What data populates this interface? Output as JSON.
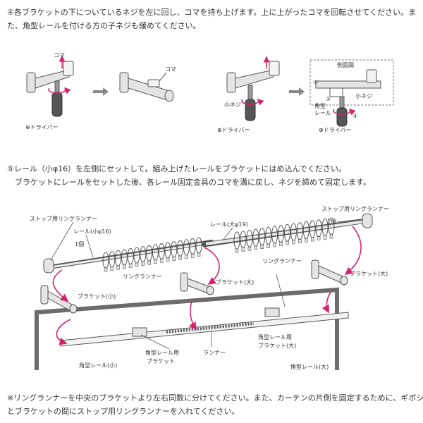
{
  "step4": {
    "line1": "④各ブラケットの下についているネジを左に回し、コマを持ち上げます。上に上がったコマを回転させてください。ま",
    "line2": "た、角型レールを付ける方の子ネジも緩めてください。",
    "fig_a": {
      "koma": "コマ",
      "driver": "⊕ドライバー"
    },
    "fig_b": {
      "koma": "コマ"
    },
    "fig_c": {
      "small_screw": "小ネジ",
      "driver": "⊕ドライバー"
    },
    "fig_d": {
      "side_view": "側面図",
      "small_screw": "小ネジ",
      "square_rail_1": "角型",
      "square_rail_2": "レール",
      "driver": "⊕ドライバー",
      "num1": "①",
      "num2": "②",
      "num3": "③"
    }
  },
  "step5": {
    "line1": "⑤レール（小φ16）を左側にセットして。組み上げたレールをブラケットにはめ込んでください。",
    "line2": "　ブラケットにレールをセットした後、各レール固定金具のコマを溝に戻し、ネジを締めて固定します。",
    "labels": {
      "stop_runner_left": "ストップ用リングランナー",
      "rail_small": "レール(小φ16)",
      "one_left": "1個",
      "rail_large": "レール(大φ19)",
      "stop_runner_right": "ストップ用リングランナー",
      "one_right": "1個",
      "ring_runner_left": "リングランナー",
      "ring_runner_right": "リングランナー",
      "bracket_small": "ブラケット(小)",
      "bracket_large_mid": "ブラケット(大)",
      "bracket_large_right": "ブラケット(大)",
      "runner": "ランナー",
      "sq_bracket_1": "角型レール用",
      "sq_bracket_2": "ブラケット",
      "sq_bracket_large_1": "角型レール用",
      "sq_bracket_large_2": "ブラケット(大)",
      "sq_rail_small": "角型レール(小)",
      "sq_rail_large": "角型レール(大)"
    }
  },
  "note": {
    "line1": "※リングランナーを中央のブラケットより左右同数に分けてください。また、カーテンの片側を固定するために、ギボシ",
    "line2": "とブラケットの間にストップ用リングランナーを入れてください。"
  },
  "colors": {
    "accent": "#d6246e",
    "line": "#555555",
    "fill": "#e4e4e4"
  }
}
